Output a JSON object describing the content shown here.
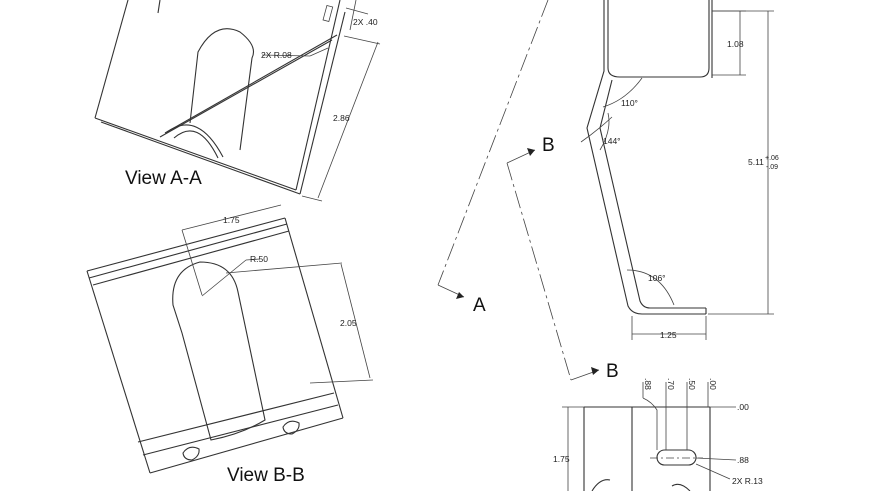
{
  "views": {
    "view_aa": {
      "title": "View A-A",
      "dims": {
        "bend_radius": "2X R.08",
        "tab_depth": "2X .40",
        "height": "2.86"
      }
    },
    "view_bb": {
      "title": "View B-B",
      "dims": {
        "width": "1.75",
        "slot_radius": "R.50",
        "height": "2.05"
      }
    },
    "side": {
      "dims": {
        "top_flange": "1.08",
        "angle_upper": "110°",
        "angle_mid": "144°",
        "angle_lower": "106°",
        "base": "1.25",
        "overall": "5.11",
        "tol_plus": "+.06",
        "tol_minus": "-.09"
      }
    },
    "bottom": {
      "ords_x": [
        ".88",
        ".70",
        ".50",
        ".00"
      ],
      "dims": {
        "zero": ".00",
        "slot_y": ".88",
        "slot_radius": "2X R.13",
        "height": "1.75"
      }
    }
  },
  "section_labels": {
    "a": "A",
    "b_upper": "B",
    "b_lower": "B"
  }
}
